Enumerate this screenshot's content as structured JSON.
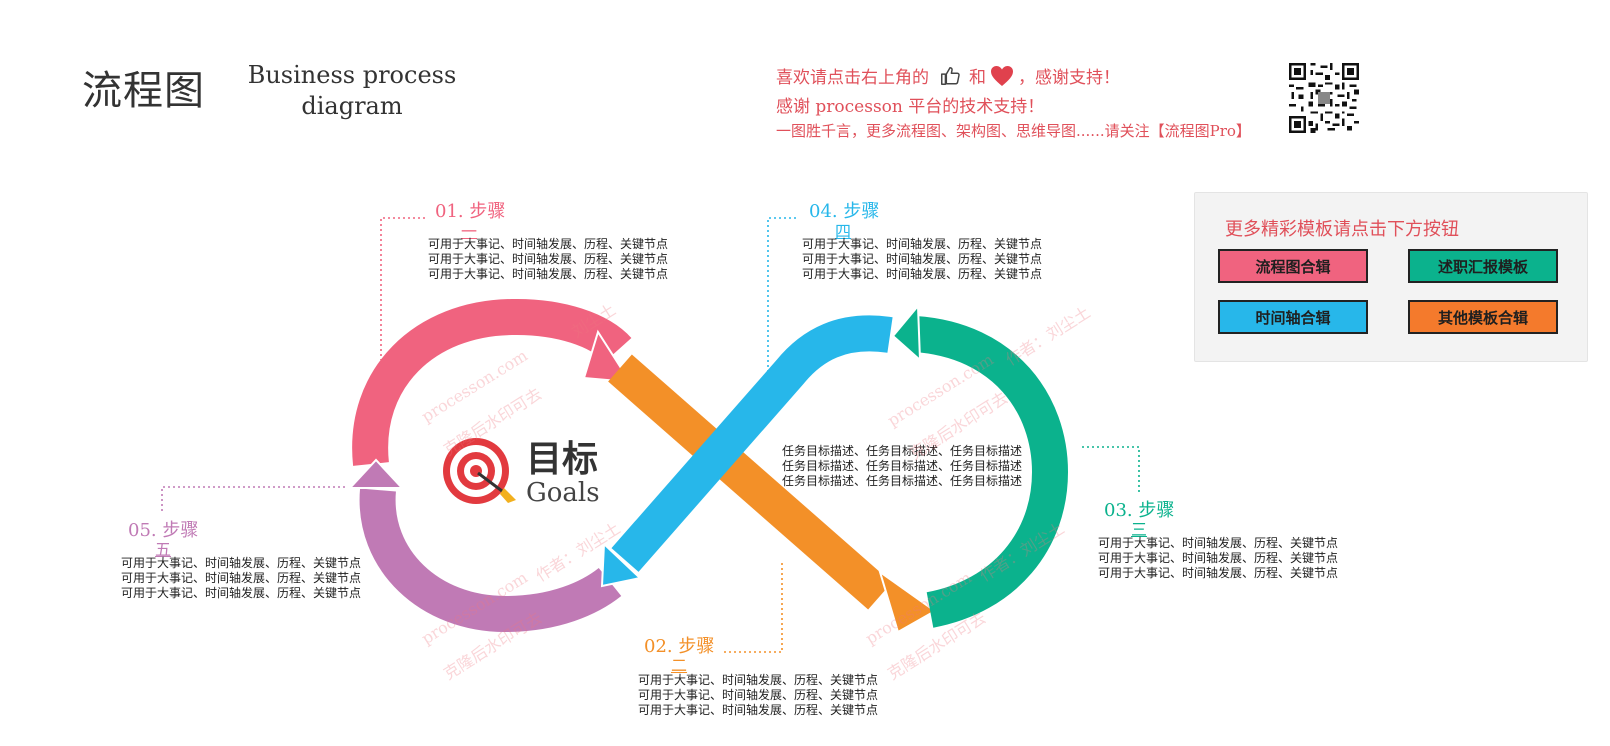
{
  "header": {
    "title_cn": "流程图",
    "title_en_line1": "Business process",
    "title_en_line2": "diagram"
  },
  "promo": {
    "line1_a": "喜欢请点击右上角的",
    "line1_b": "和",
    "line1_c": "，感谢支持！",
    "line2": "感谢 processon 平台的技术支持！",
    "line3": "一图胜千言，更多流程图、架构图、思维导图......请关注【流程图Pro】",
    "thumb_icon": "thumbs-up-icon",
    "heart_icon": "heart-icon",
    "qr_icon": "qr-code-icon"
  },
  "panel": {
    "title": "更多精彩模板请点击下方按钮",
    "buttons": [
      {
        "label": "流程图合辑",
        "color": "#f0637f"
      },
      {
        "label": "述职汇报模板",
        "color": "#0bb28d"
      },
      {
        "label": "时间轴合辑",
        "color": "#27b7ea"
      },
      {
        "label": "其他模板合辑",
        "color": "#f47a2c"
      }
    ]
  },
  "colors": {
    "pink": "#f0637f",
    "orange": "#f39028",
    "green": "#0bb28d",
    "blue": "#27b7ea",
    "purple": "#c07ab5",
    "promo_red": "#e0505a"
  },
  "goal": {
    "title_cn": "目标",
    "title_en": "Goals",
    "icon": "target-icon"
  },
  "steps": [
    {
      "title": "01. 步骤",
      "num": "一",
      "color": "#f0637f",
      "desc": [
        "可用于大事记、时间轴发展、历程、关键节点",
        "可用于大事记、时间轴发展、历程、关键节点",
        "可用于大事记、时间轴发展、历程、关键节点"
      ]
    },
    {
      "title": "02. 步骤",
      "num": "二",
      "color": "#f39028",
      "desc": [
        "可用于大事记、时间轴发展、历程、关键节点",
        "可用于大事记、时间轴发展、历程、关键节点",
        "可用于大事记、时间轴发展、历程、关键节点"
      ]
    },
    {
      "title": "03. 步骤",
      "num": "三",
      "color": "#0bb28d",
      "desc": [
        "可用于大事记、时间轴发展、历程、关键节点",
        "可用于大事记、时间轴发展、历程、关键节点",
        "可用于大事记、时间轴发展、历程、关键节点"
      ]
    },
    {
      "title": "04. 步骤",
      "num": "四",
      "color": "#27b7ea",
      "desc": [
        "可用于大事记、时间轴发展、历程、关键节点",
        "可用于大事记、时间轴发展、历程、关键节点",
        "可用于大事记、时间轴发展、历程、关键节点"
      ]
    },
    {
      "title": "05. 步骤",
      "num": "五",
      "color": "#c07ab5",
      "desc": [
        "可用于大事记、时间轴发展、历程、关键节点",
        "可用于大事记、时间轴发展、历程、关键节点",
        "可用于大事记、时间轴发展、历程、关键节点"
      ]
    }
  ],
  "task": {
    "lines": [
      "任务目标描述、任务目标描述、任务目标描述",
      "任务目标描述、任务目标描述、任务目标描述",
      "任务目标描述、任务目标描述、任务目标描述"
    ]
  },
  "watermarks": {
    "site": "processon.com",
    "author": "作者：刘尘土",
    "author_short": "刘尘土",
    "note": "克隆后水印可去"
  }
}
